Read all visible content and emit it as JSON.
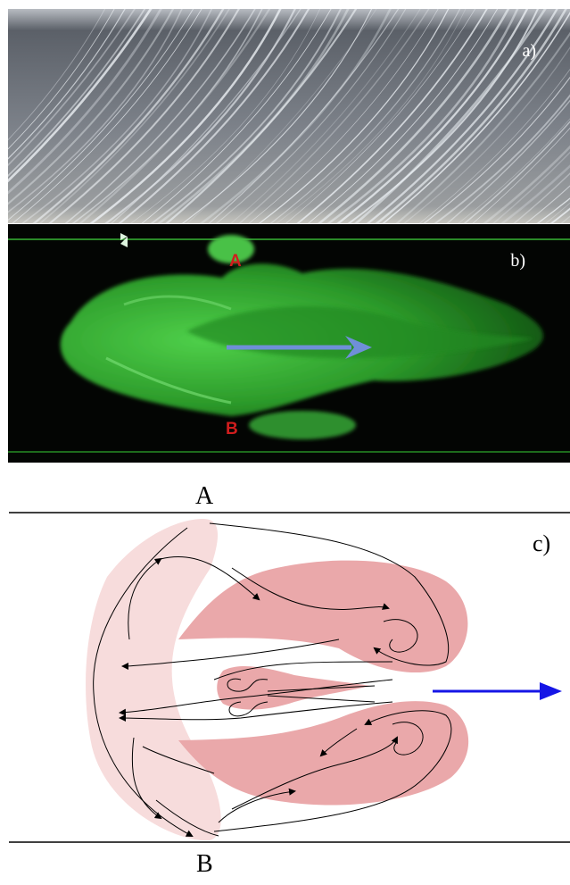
{
  "panel_a": {
    "label": "a)"
  },
  "panel_b": {
    "label": "b)",
    "marker_top": "A",
    "marker_bottom": "B"
  },
  "panel_c": {
    "label": "c)",
    "wall_top_label": "A",
    "wall_bottom_label": "B"
  },
  "colors": {
    "flow_arrow_blue": "#1515e6",
    "photo_arrow_blue": "#6f8fd8",
    "vortex_pink": "#e8a6a8",
    "light_pink": "#f7dcdc",
    "fluorescent_green": "#3fcf3c",
    "marker_red": "#d01d1d"
  }
}
